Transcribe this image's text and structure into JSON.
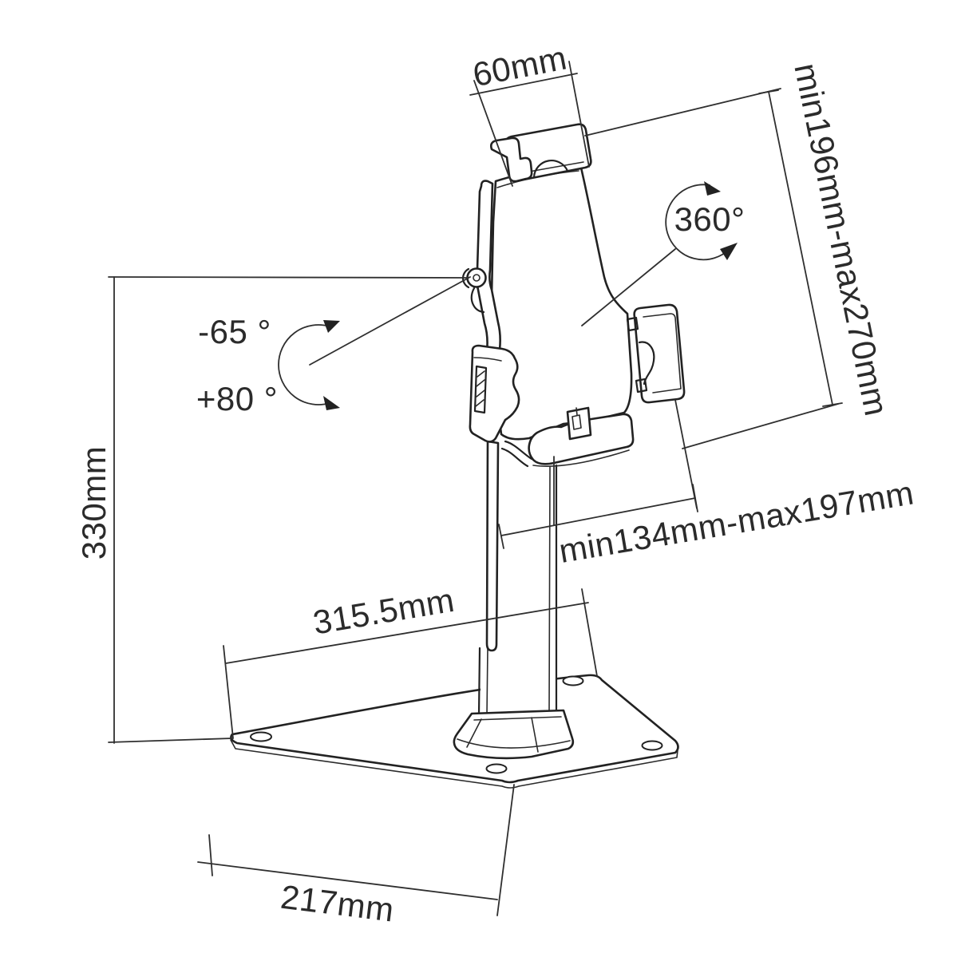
{
  "labels": {
    "clamp_width": "60mm",
    "height_range": "min196mm-max270mm",
    "rotation": "360°",
    "tilt_back": "-65 °",
    "tilt_forward": "+80 °",
    "total_height": "330mm",
    "width_range": "min134mm-max197mm",
    "base_depth": "315.5mm",
    "base_width": "217mm"
  },
  "colors": {
    "ink": "#2b2b2b",
    "background": "#ffffff"
  }
}
